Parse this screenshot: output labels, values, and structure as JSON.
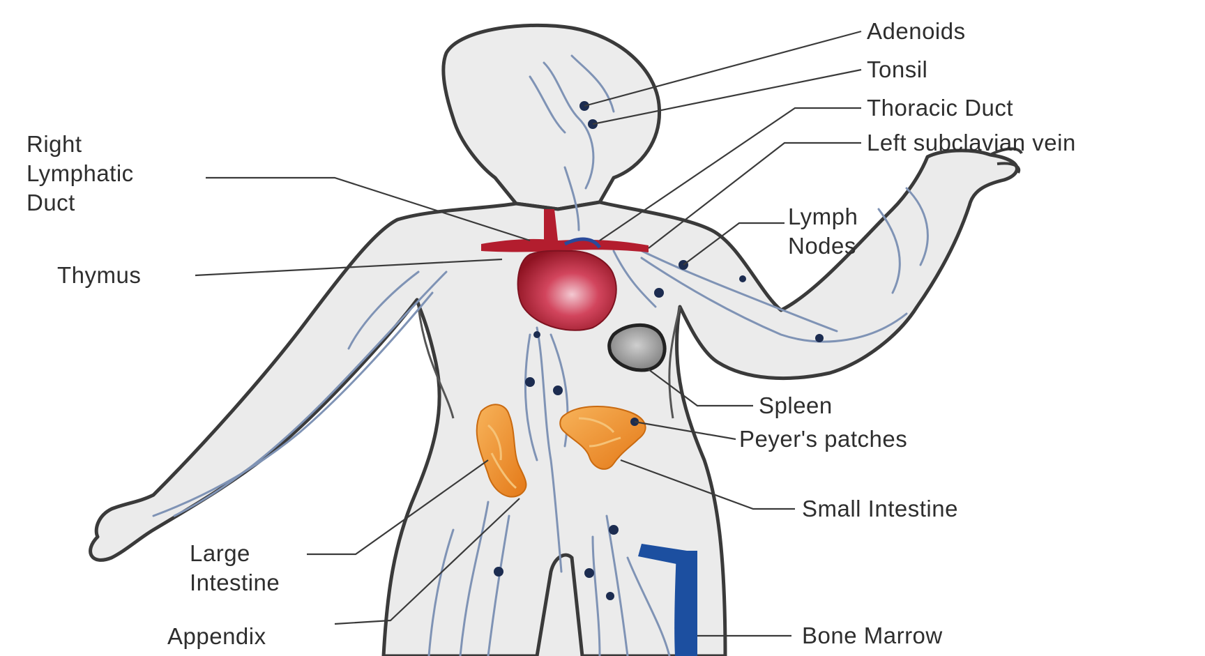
{
  "labels": {
    "adenoids": "Adenoids",
    "tonsil": "Tonsil",
    "thoracic_duct": "Thoracic Duct",
    "left_subclavian_vein": "Left subclavian vein",
    "right_lymphatic_duct": "Right\nLymphatic\nDuct",
    "thymus": "Thymus",
    "lymph_nodes": "Lymph\nNodes",
    "spleen": "Spleen",
    "peyers_patches": "Peyer's patches",
    "small_intestine": "Small Intestine",
    "large_intestine": "Large\nIntestine",
    "appendix": "Appendix",
    "bone_marrow": "Bone Marrow"
  },
  "colors": {
    "body_fill": "#ebebeb",
    "outline": "#3a3a3a",
    "vessel": "#7f93b5",
    "node": "#1c2c50",
    "heart": "#b31d2e",
    "intestine": "#ec8b23",
    "spleen": "#8e8e8e",
    "bone_marrow": "#1c4fa0"
  }
}
